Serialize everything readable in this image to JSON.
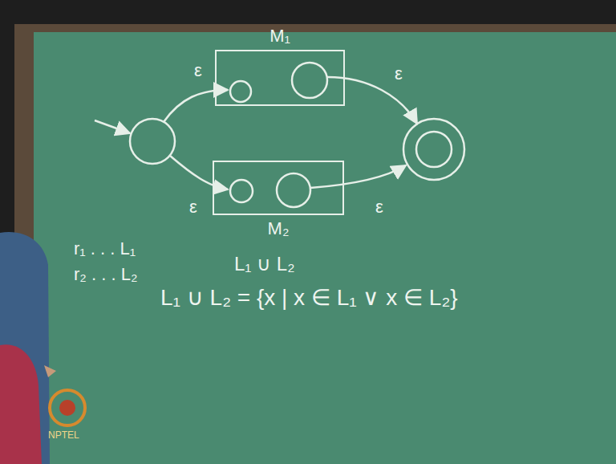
{
  "diagram": {
    "nodes": [
      {
        "text": [
          "M₁"
        ]
      },
      {
        "text": [
          "M₂"
        ]
      }
    ],
    "labels": [
      "ε",
      "ε",
      "ε",
      "ε",
      "r₁ . . . L₁",
      "r₂ . . . L₂",
      "L₁ ∪ L₂",
      "L₁ ∪ L₂ = {x | x ∈ L₁ ∨ x ∈ L₂}",
      "NPTEL"
    ]
  }
}
